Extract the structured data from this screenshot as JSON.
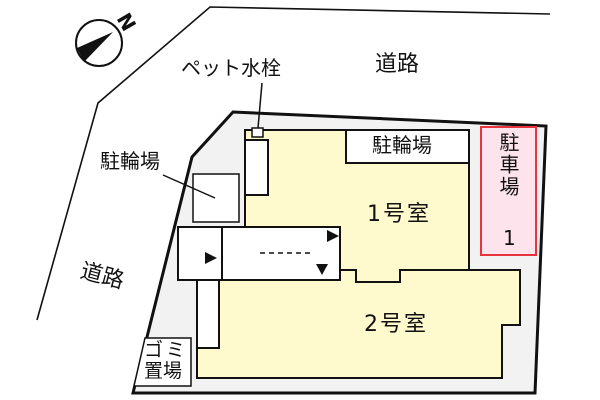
{
  "compass": {
    "label": "N",
    "icon": "north-arrow-icon"
  },
  "roads": {
    "top": "道路",
    "left": "道路"
  },
  "callouts": {
    "pet_faucet": "ペット水栓",
    "bicycle_parking_left": "駐輪場"
  },
  "site": {
    "bicycle_parking_top": "駐輪場",
    "parking": {
      "label": "駐車場",
      "number": "1"
    },
    "room1": "1号室",
    "room2": "2号室",
    "garbage": {
      "line1": "ゴミ",
      "line2": "置場"
    }
  },
  "colors": {
    "lot_fill": "#f2f2f2",
    "building_fill": "#fffacd",
    "parking_fill": "#fde4ec",
    "parking_border": "#e8323c",
    "line": "#111111"
  }
}
